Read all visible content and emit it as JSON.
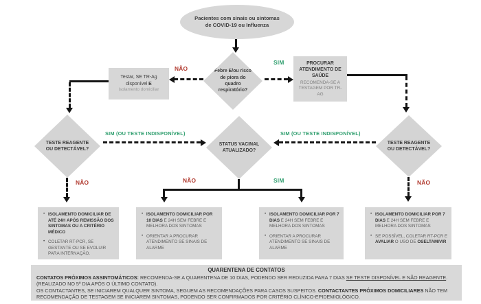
{
  "flowchart": {
    "colors": {
      "yes_green": "#2f9e6e",
      "no_red": "#b13a2f",
      "node_gray": "#d7d7d7",
      "line_black": "#151515"
    },
    "start": {
      "label": "Pacientes com sinais ou sintomas de COVID-19 ou Influenza"
    },
    "fever": {
      "question": "Febre E/ou risco de piora do quadro respiratório?",
      "no": "NÃO",
      "yes": "SIM"
    },
    "test_box": {
      "line1": "Testar,  SE TR-Ag disponível ",
      "line1_bold": "E",
      "line2": "isolamento domiciliar"
    },
    "care_box": {
      "title": "PROCURAR ATENDIMENTO DE SAÚDE",
      "note": "RECOMENDA-SE A TESTAGEM POR TR-AG"
    },
    "left_test": {
      "question": "TESTE REAGENTE OU DETECTÁVEL?",
      "yes": "SIM (OU TESTE INDISPONÍVEL)",
      "no": "NÃO"
    },
    "vaccine": {
      "question": "STATUS VACINAL ATUALIZADO?",
      "no": "NÃO",
      "yes": "SIM"
    },
    "right_test": {
      "question": "TESTE REAGENTE OU DETECTÁVEL?",
      "yes": "SIM (OU TESTE INDISPONÍVEL)",
      "no": "NÃO"
    },
    "outcomes": {
      "o1": {
        "i1_bold": "ISOLAMENTO DOMICILIAR DE ATÉ 24H APÓS REMISSÃO DOS SINTOMAS OU A CRITÉRIO MÉDICO",
        "i1_rest": "",
        "i2": "COLETAR RT-PCR, SE GESTANTE OU SE EVOLUIR PARA INTERNAÇÃO."
      },
      "o2": {
        "i1_bold": "ISOLAMENTO DOMICILIAR POR 10 DIAS",
        "i1_rest": " E 24H SEM FEBRE E MELHORA DOS SINTOMAS",
        "i2": "ORIENTAR A PROCURAR ATENDIMENTO SE SINAIS DE ALARME"
      },
      "o3": {
        "i1_bold": "ISOLAMENTO DOMICILIAR POR 7 DIAS",
        "i1_rest": " E 24H SEM FEBRE E MELHORA DOS SINTOMAS",
        "i2": "ORIENTAR A PROCURAR ATENDIMENTO SE SINAIS DE ALARME"
      },
      "o4": {
        "i1_bold": "ISOLAMENTO DOMICILIAR POR 7 DIAS",
        "i1_rest": " E 24H SEM FEBRE E MELHORA DOS SINTOMAS",
        "i2_a": "SE POSSÍVEL, COLETAR RT-PCR E ",
        "i2_b_bold": "AVALIAR",
        "i2_c": " O USO DE ",
        "i2_d_bold": "OSELTAMIVIR"
      }
    },
    "quarantine": {
      "title": "QUARENTENA DE CONTATOS",
      "p1_bold": "CONTATOS  PRÓXIMOS ASSINTOMÁTICOS:",
      "p1_text": " RECOMENDA-SE A QUARENTENA DE 10 DIAS, PODENDO SER REDUZIDA PARA 7 DIAS ",
      "p1_underline": "SE TESTE DISPONÍVEL E NÃO REAGENTE",
      "p1_end": ".",
      "p2": "(REALIZADO NO 5º DIA APÓS O ÚLTIMO CONTATO).",
      "p3_text": "OS CONTACTANTES, SE INICIAREM QUALQUER SINTOMA, SEGUEM AS  RECOMENDAÇÕES PARA CASOS SUSPEITOS. ",
      "p3_bold": "CONTACTANTES PRÓXIMOS DOMICILIARES",
      "p3_tail": " NÃO TEM RECOMENDAÇÃO DE TESTAGEM SE INICIAREM SINTOMAS, PODENDO SER CONFIRMADOS POR CRITÉRIO CLÍNICO-EPIDEMIOLÓGICO."
    }
  }
}
